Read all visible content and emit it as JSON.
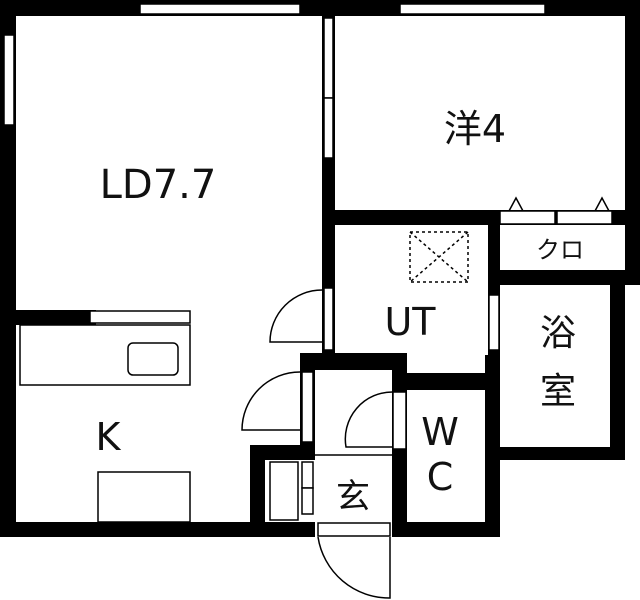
{
  "rooms": {
    "living_dining": "LD7.7",
    "western_room": "洋4",
    "closet": "クロ",
    "utility": "UT",
    "bath_top": "浴",
    "bath_bottom": "室",
    "kitchen": "K",
    "wc_top": "W",
    "wc_bottom": "C",
    "entrance": "玄"
  },
  "colors": {
    "wall": "#000000",
    "background": "#ffffff"
  }
}
